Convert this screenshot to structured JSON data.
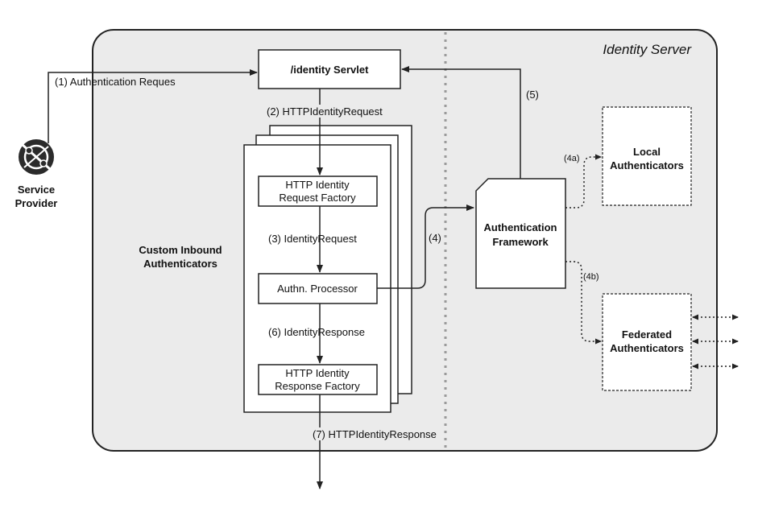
{
  "server": {
    "title": "Identity Server"
  },
  "service_provider": {
    "label_line1": "Service",
    "label_line2": "Provider"
  },
  "servlet": {
    "label": "/identity Servlet"
  },
  "custom_inbound": {
    "label_line1": "Custom Inbound",
    "label_line2": "Authenticators"
  },
  "request_factory": {
    "line1": "HTTP Identity",
    "line2": "Request Factory"
  },
  "processor": {
    "label": "Authn. Processor"
  },
  "response_factory": {
    "line1": "HTTP Identity",
    "line2": "Response Factory"
  },
  "auth_framework": {
    "line1": "Authentication",
    "line2": "Framework"
  },
  "local_auth": {
    "line1": "Local",
    "line2": "Authenticators"
  },
  "federated_auth": {
    "line1": "Federated",
    "line2": "Authenticators"
  },
  "steps": {
    "s1": "(1) Authentication Reques",
    "s2": "(2) HTTPIdentityRequest",
    "s3": "(3) IdentityRequest",
    "s4": "(4)",
    "s4a": "(4a)",
    "s4b": "(4b)",
    "s5": "(5)",
    "s6": "(6) IdentityResponse",
    "s7": "(7) HTTPIdentityResponse"
  },
  "colors": {
    "server_fill": "#ebebeb",
    "stroke": "#222222",
    "box_fill": "#ffffff",
    "divider": "#9a9a9a"
  }
}
